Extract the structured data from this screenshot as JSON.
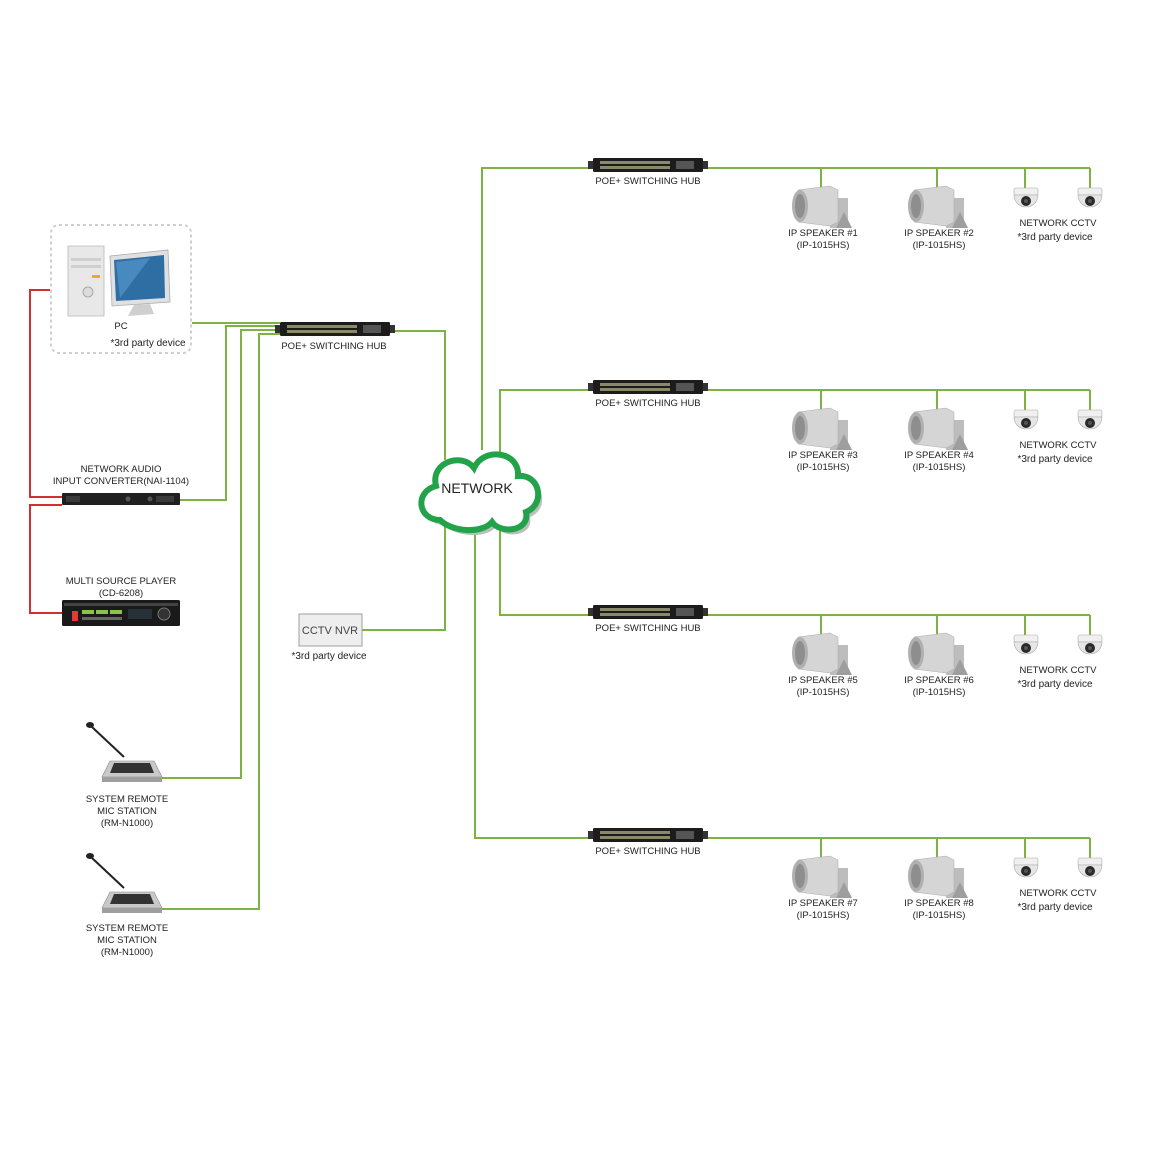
{
  "colors": {
    "network_line": "#7cb342",
    "audio_line": "#d32f2f",
    "cloud_border": "#22a34a",
    "device_dark": "#1c1c1c"
  },
  "pc": {
    "label": "PC",
    "note": "*3rd party device"
  },
  "main_hub": {
    "label": "POE+ SWITCHING HUB"
  },
  "nai": {
    "line1": "NETWORK AUDIO",
    "line2": "INPUT CONVERTER(NAI-1104)"
  },
  "player": {
    "line1": "MULTI SOURCE PLAYER",
    "line2": "(CD-6208)"
  },
  "nvr": {
    "label": "CCTV NVR",
    "note": "*3rd party device"
  },
  "mic1": {
    "line1": "SYSTEM REMOTE",
    "line2": "MIC STATION",
    "line3": "(RM-N1000)"
  },
  "mic2": {
    "line1": "SYSTEM REMOTE",
    "line2": "MIC STATION",
    "line3": "(RM-N1000)"
  },
  "network": {
    "label": "NETWORK"
  },
  "branches": [
    {
      "hub": "POE+ SWITCHING HUB",
      "spk_a": "IP SPEAKER #1",
      "spk_b": "IP SPEAKER #2",
      "model": "(IP-1015HS)",
      "cctv": "NETWORK CCTV",
      "cctv_note": "*3rd party device"
    },
    {
      "hub": "POE+ SWITCHING HUB",
      "spk_a": "IP SPEAKER #3",
      "spk_b": "IP SPEAKER #4",
      "model": "(IP-1015HS)",
      "cctv": "NETWORK CCTV",
      "cctv_note": "*3rd party device"
    },
    {
      "hub": "POE+ SWITCHING HUB",
      "spk_a": "IP SPEAKER #5",
      "spk_b": "IP SPEAKER #6",
      "model": "(IP-1015HS)",
      "cctv": "NETWORK CCTV",
      "cctv_note": "*3rd party device"
    },
    {
      "hub": "POE+ SWITCHING HUB",
      "spk_a": "IP SPEAKER #7",
      "spk_b": "IP SPEAKER #8",
      "model": "(IP-1015HS)",
      "cctv": "NETWORK CCTV",
      "cctv_note": "*3rd party device"
    }
  ]
}
